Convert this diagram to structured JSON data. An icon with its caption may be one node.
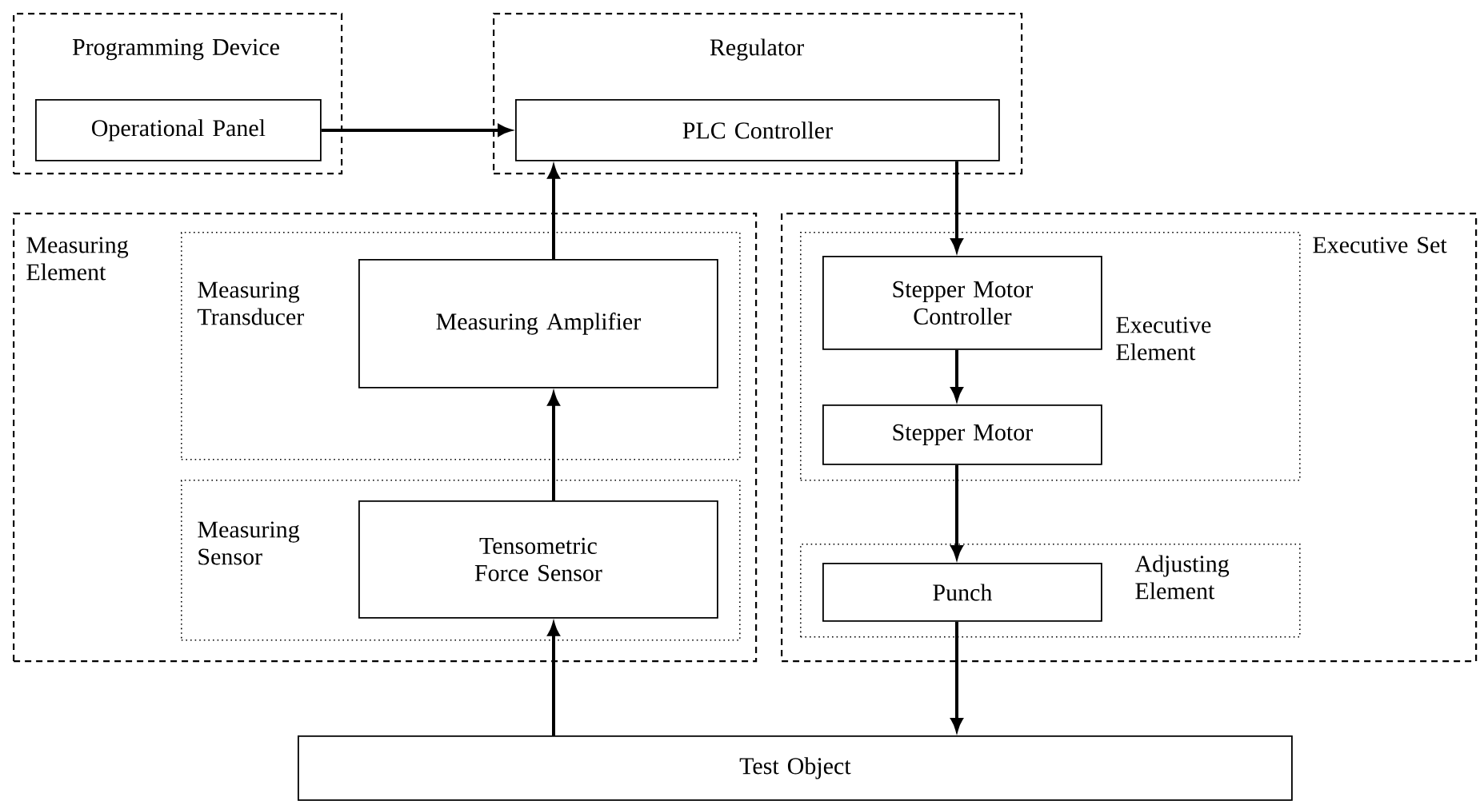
{
  "diagram": {
    "nodes": [
      {
        "text": [
          "Programming Device"
        ]
      },
      {
        "text": [
          "Operational Panel"
        ],
        "in": 0
      },
      {
        "text": [
          "Regulator"
        ]
      },
      {
        "text": [
          "PLC Controller"
        ],
        "in": 2
      },
      {
        "text": [
          "Measuring Element"
        ]
      },
      {
        "text": [
          "Measuring Transducer"
        ],
        "in": 4
      },
      {
        "text": [
          "Measuring Amplifier"
        ],
        "in": 5
      },
      {
        "text": [
          "Measuring Sensor"
        ],
        "in": 4
      },
      {
        "text": [
          "Tensometric Force Sensor"
        ],
        "in": 7
      },
      {
        "text": [
          "Executive Set"
        ]
      },
      {
        "text": [
          "Executive Element"
        ],
        "in": 9
      },
      {
        "text": [
          "Stepper Motor Controller"
        ],
        "in": 10
      },
      {
        "text": [
          "Stepper Motor"
        ],
        "in": 10
      },
      {
        "text": [
          "Adjusting Element"
        ],
        "in": 9
      },
      {
        "text": [
          "Punch"
        ],
        "in": 13
      },
      {
        "text": [
          "Test Object"
        ]
      }
    ],
    "edges": [
      {
        "from": 1,
        "to": 3,
        "arrow": "to"
      },
      {
        "from": 3,
        "to": 11,
        "arrow": "to"
      },
      {
        "from": 11,
        "to": 12,
        "arrow": "to"
      },
      {
        "from": 12,
        "to": 14,
        "arrow": "to"
      },
      {
        "from": 14,
        "to": 15,
        "arrow": "to"
      },
      {
        "from": 15,
        "to": 8,
        "arrow": "to"
      },
      {
        "from": 8,
        "to": 6,
        "arrow": "to"
      },
      {
        "from": 6,
        "to": 3,
        "arrow": "to"
      }
    ]
  }
}
